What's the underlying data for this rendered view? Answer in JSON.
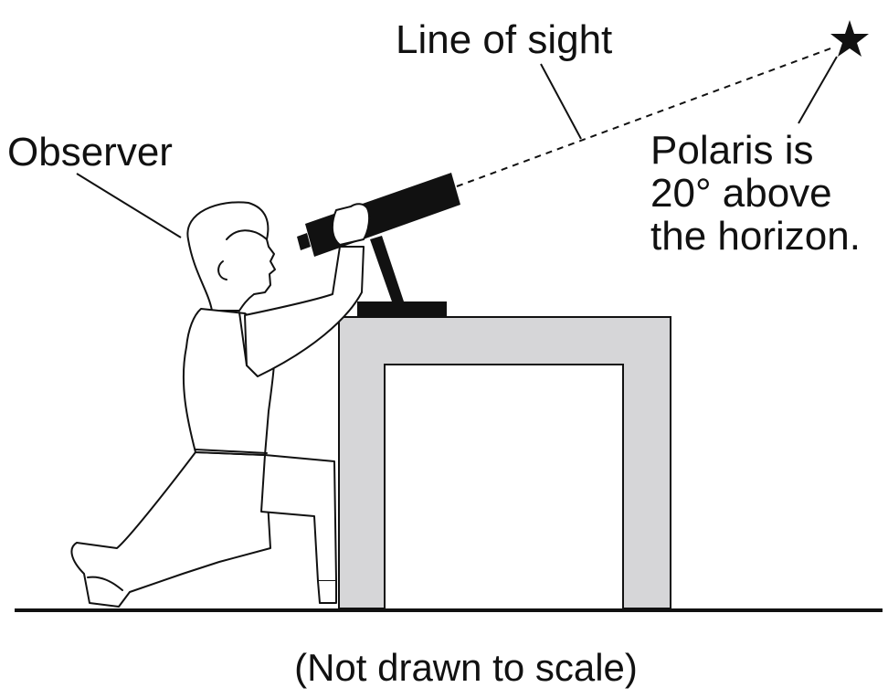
{
  "labels": {
    "line_of_sight": "Line of sight",
    "observer": "Observer",
    "polaris_line1": "Polaris is",
    "polaris_line2": "20° above",
    "polaris_line3": "the horizon.",
    "caption": "(Not drawn to scale)"
  },
  "colors": {
    "ink": "#111111",
    "table_fill": "#d6d6d8",
    "background": "#ffffff"
  },
  "icons": {
    "star": "polaris-star-icon"
  }
}
